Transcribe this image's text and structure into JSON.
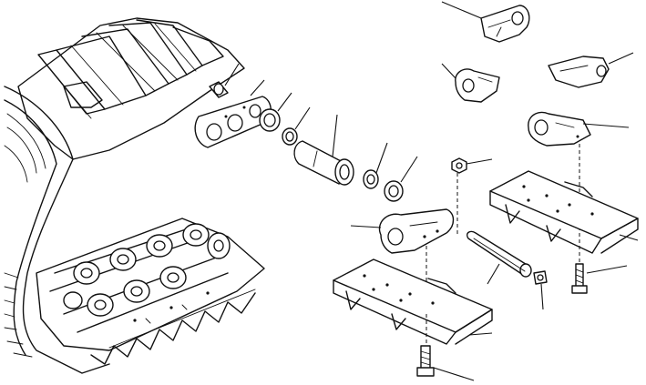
{
  "diagram": {
    "colors": {
      "line": "#111111",
      "background": "#ffffff"
    },
    "parts": [
      "track-assembly",
      "master-link",
      "pin",
      "bushing",
      "seal",
      "spacer",
      "dust-seal",
      "link-right",
      "link-left",
      "track-shoe",
      "nut",
      "bolt",
      "master-pin",
      "plug"
    ]
  }
}
